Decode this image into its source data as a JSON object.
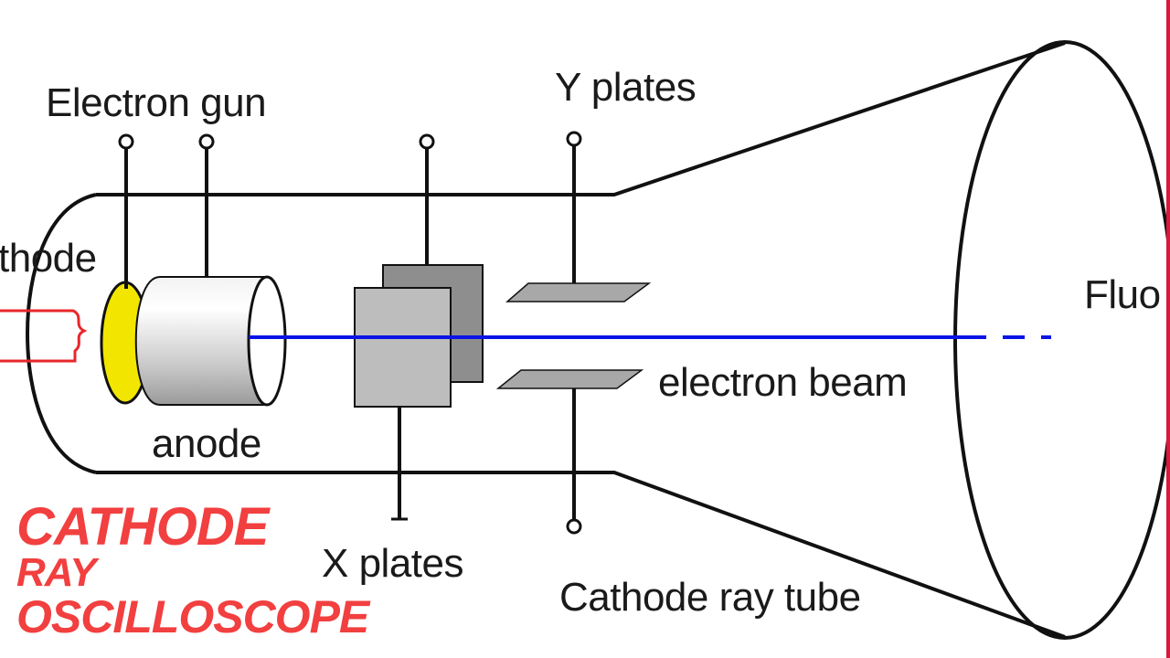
{
  "labels": {
    "electron_gun": "Electron gun",
    "cathode": "thode",
    "anode": "anode",
    "x_plates": "X plates",
    "y_plates": "Y plates",
    "electron_beam": "electron beam",
    "cathode_ray_tube": "Cathode ray tube",
    "fluo": "Fluo"
  },
  "title": {
    "line1": "CATHODE",
    "line2": "RAY",
    "line3": "OSCILLOSCOPE"
  },
  "colors": {
    "accent": "#f23f3f",
    "beam": "#0a14e6",
    "cathode_disc": "#f2e600",
    "heater": "#e8262a",
    "edge_bar": "#d8183c"
  }
}
